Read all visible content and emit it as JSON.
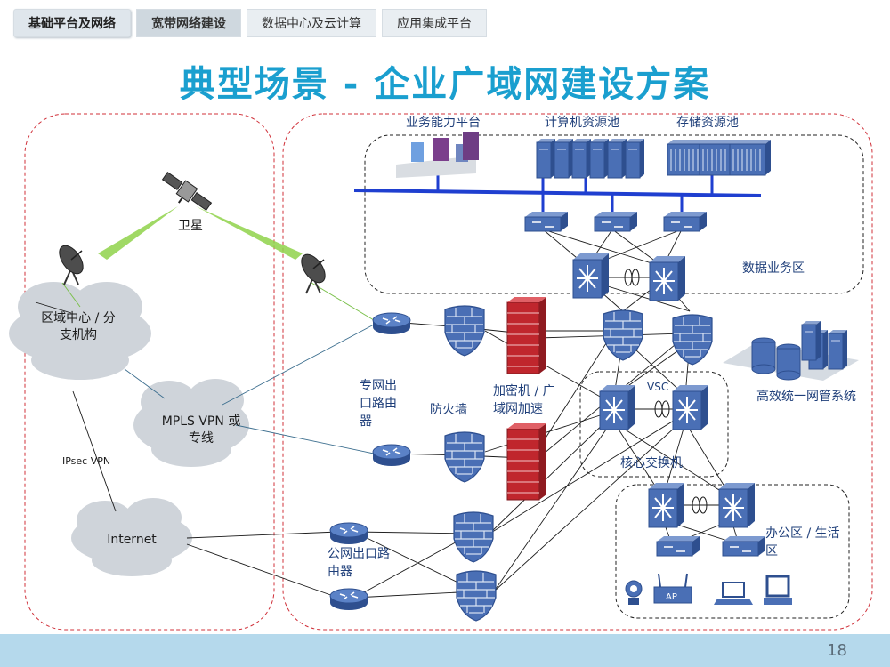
{
  "header": {
    "home_tab": "基础平台及网络",
    "tabs": [
      {
        "label": "宽带网络建设",
        "active": true
      },
      {
        "label": "数据中心及云计算",
        "active": false
      },
      {
        "label": "应用集成平台",
        "active": false
      }
    ]
  },
  "title": "典型场景 - 企业广域网建设方案",
  "labels": {
    "satellite": "卫星",
    "regional_l1": "区域中心 / 分",
    "regional_l2": "支机构",
    "mpls_l1": "MPLS VPN 或",
    "mpls_l2": "专线",
    "ipsec": "IPsec VPN",
    "internet": "Internet",
    "business_platform": "业务能力平台",
    "compute_pool": "计算机资源池",
    "storage_pool": "存储资源池",
    "data_zone": "数据业务区",
    "private_router_l1": "专网出",
    "private_router_l2": "口路由",
    "private_router_l3": "器",
    "firewall": "防火墙",
    "encryptor_l1": "加密机 / 广",
    "encryptor_l2": "域网加速",
    "vsc": "VSC",
    "nms": "高效统一网管系统",
    "core_switch": "核心交换机",
    "public_router_l1": "公网出口路",
    "public_router_l2": "由器",
    "office_l1": "办公区 / 生活",
    "office_l2": "区",
    "ap": "AP"
  },
  "footer": {
    "page_number": "18"
  },
  "colors": {
    "title": "#1a9fcf",
    "backbone": "#1f3fd0",
    "device": "#4a6fb5",
    "firewall_red": "#c0262d",
    "cloud": "#cfd4da",
    "footer": "#b5d9ec"
  }
}
